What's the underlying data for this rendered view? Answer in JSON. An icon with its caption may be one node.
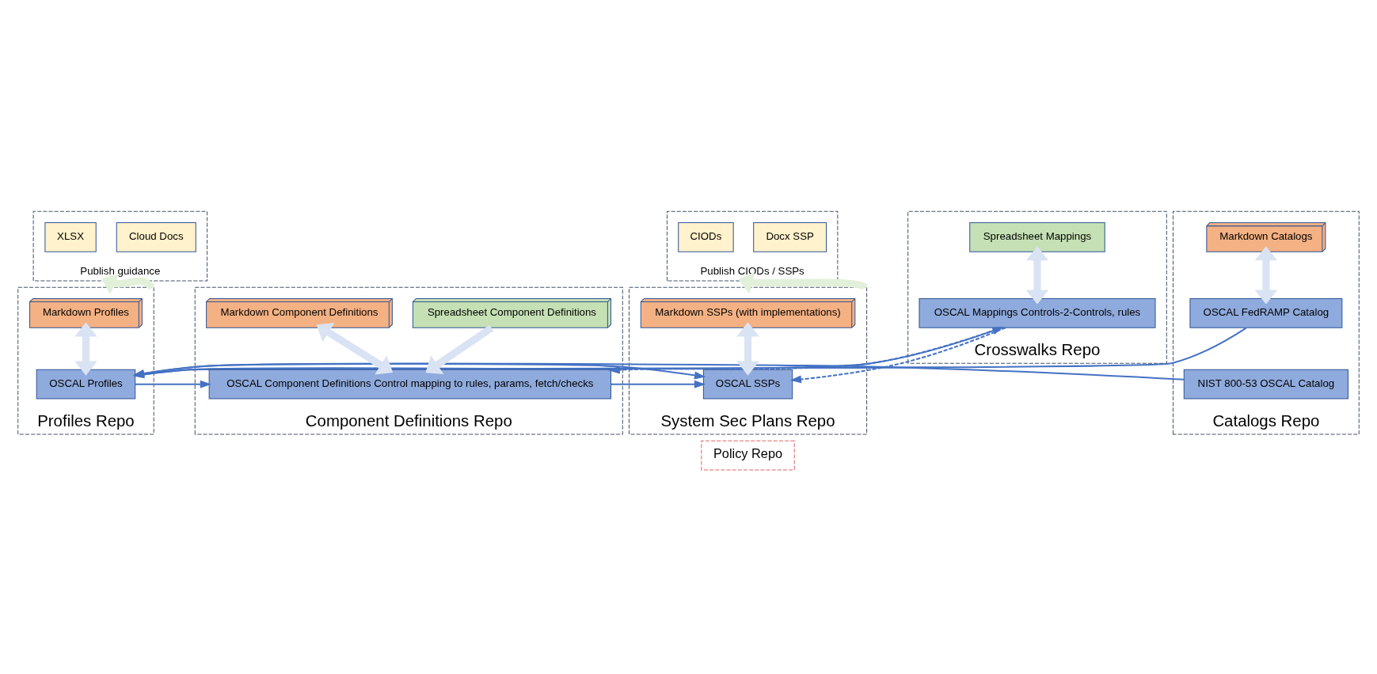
{
  "diagram": {
    "nodes": [
      {
        "text": [
          "Publish guidance"
        ]
      },
      {
        "text": [
          "Cloud Docs"
        ],
        "in": 0
      },
      {
        "text": [
          "XLSX"
        ],
        "in": 0
      },
      {
        "text": [
          "Catalogs Repo"
        ]
      },
      {
        "text": [
          "Markdown Catalogs"
        ],
        "in": 3
      },
      {
        "text": [
          "OSCAL FedRAMP Catalog"
        ],
        "in": 3
      },
      {
        "text": [
          "NIST 800-53 OSCAL Catalog"
        ],
        "in": 3
      },
      {
        "text": [
          "Profiles Repo"
        ]
      },
      {
        "text": [
          "Markdown Profiles"
        ],
        "in": 7
      },
      {
        "text": [
          "OSCAL Profiles"
        ],
        "in": 7
      },
      {
        "text": [
          "Crosswalks Repo"
        ]
      },
      {
        "text": [
          "Spreadsheet Mappings"
        ],
        "in": 10
      },
      {
        "text": [
          "OSCAL Mappings Controls-2-Controls, rules"
        ],
        "in": 10
      },
      {
        "text": [
          "Component Definitions Repo"
        ]
      },
      {
        "text": [
          "Spreadsheet Component Definitions"
        ],
        "in": 13
      },
      {
        "text": [
          "Markdown Component Definitions"
        ],
        "in": 13
      },
      {
        "text": [
          "OSCAL Component Definitions Control mapping to rules, params, fetch/checks"
        ],
        "in": 13
      },
      {
        "text": [
          "Publish CIODs / SSPs"
        ]
      },
      {
        "text": [
          "Docx SSP"
        ],
        "in": 17
      },
      {
        "text": [
          "CIODs"
        ],
        "in": 17
      },
      {
        "text": [
          "System Sec Plans Repo"
        ]
      },
      {
        "text": [
          "Markdown SSPs (with implementations)"
        ],
        "in": 20
      },
      {
        "text": [
          "OSCAL SSPs"
        ],
        "in": 20
      },
      {
        "text": [
          "Policy Repo"
        ]
      }
    ],
    "edges": [
      {
        "from": 4,
        "to": 5,
        "arrow": "both",
        "style": "thick",
        "color": "#dae3f3"
      },
      {
        "from": 5,
        "to": 9,
        "arrow": "to"
      },
      {
        "from": 6,
        "to": 9,
        "arrow": "to"
      },
      {
        "from": 8,
        "to": 9,
        "arrow": "both",
        "style": "thick",
        "color": "#dae3f3"
      },
      {
        "from": 7,
        "to": 0,
        "arrow": "to",
        "style": "thick",
        "color": "#e2f0d9"
      },
      {
        "from": 9,
        "to": 12,
        "arrow": "to"
      },
      {
        "from": 11,
        "to": 12,
        "arrow": "both",
        "style": "thick",
        "color": "#dae3f3"
      },
      {
        "from": 9,
        "to": 16,
        "arrow": "to"
      },
      {
        "from": 9,
        "to": 22,
        "arrow": "to"
      },
      {
        "from": 12,
        "to": 16,
        "arrow": "to",
        "style": "dashed"
      },
      {
        "from": 12,
        "to": 22,
        "arrow": "to",
        "style": "dashed"
      },
      {
        "from": 14,
        "to": 16,
        "arrow": "to",
        "style": "thick",
        "color": "#dae3f3"
      },
      {
        "from": 15,
        "to": 16,
        "arrow": "both",
        "style": "thick",
        "color": "#dae3f3"
      },
      {
        "from": 16,
        "to": 22,
        "arrow": "to"
      },
      {
        "from": 21,
        "to": 22,
        "arrow": "both",
        "style": "thick",
        "color": "#dae3f3"
      },
      {
        "from": 20,
        "to": 17,
        "arrow": "to",
        "style": "thick",
        "color": "#e2f0d9"
      }
    ]
  }
}
